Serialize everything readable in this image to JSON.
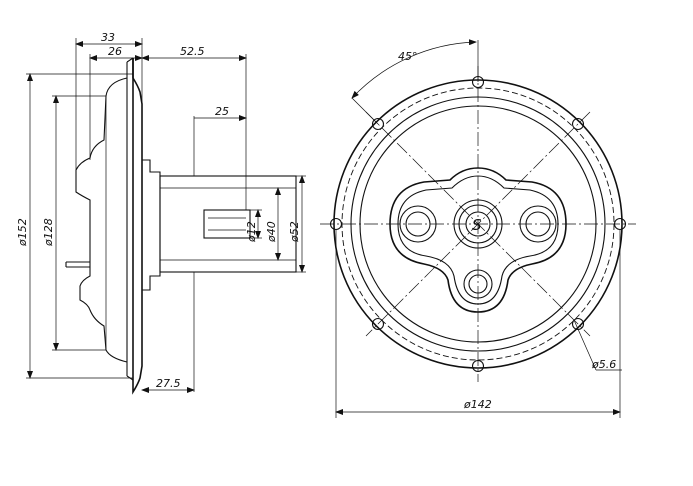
{
  "dimensions": {
    "d33": "33",
    "d26": "26",
    "d52_5": "52.5",
    "d25": "25",
    "d27_5": "27.5",
    "dia152": "ø152",
    "dia128": "ø128",
    "dia12": "ø12",
    "dia40": "ø40",
    "dia52": "ø52",
    "angle45": "45°",
    "dia5_6": "ø5.6",
    "dia142": "ø142"
  },
  "shaft_mark": "S"
}
